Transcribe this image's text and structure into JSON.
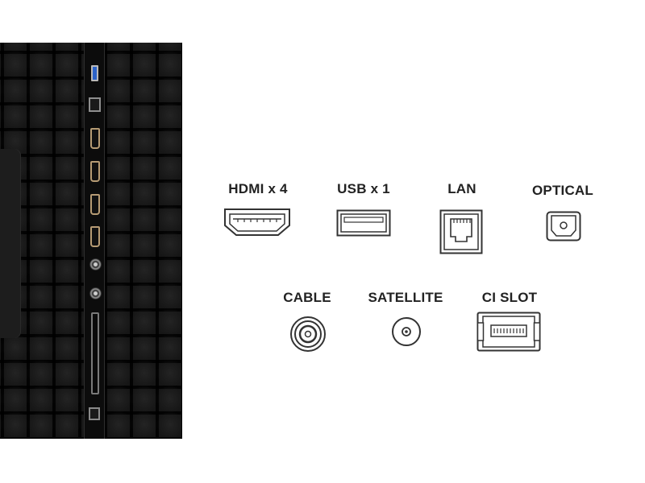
{
  "ports": [
    {
      "label": "HDMI x 4",
      "icon": "hdmi-port-icon"
    },
    {
      "label": "USB x 1",
      "icon": "usb-port-icon"
    },
    {
      "label": "LAN",
      "icon": "lan-port-icon"
    },
    {
      "label": "OPTICAL",
      "icon": "optical-port-icon"
    },
    {
      "label": "CABLE",
      "icon": "cable-port-icon"
    },
    {
      "label": "SATELLITE",
      "icon": "satellite-port-icon"
    },
    {
      "label": "CI SLOT",
      "icon": "ci-slot-icon"
    }
  ],
  "colors": {
    "text": "#222222",
    "panel": "#161616",
    "usb_accent": "#2b62c8",
    "hdmi_gold": "#b69b74"
  }
}
